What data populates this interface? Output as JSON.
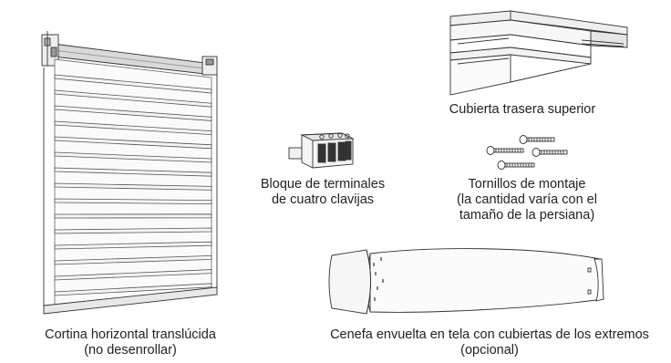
{
  "items": {
    "shade": {
      "line1": "Cortina horizontal translúcida",
      "line2": "(no desenrollar)",
      "icon": "sheer-horizontal-shade"
    },
    "back_cover": {
      "line1": "Cubierta trasera superior",
      "icon": "top-back-cover"
    },
    "terminal_block": {
      "line1": "Bloque de terminales",
      "line2": "de cuatro clavijas",
      "icon": "four-pin-terminal-block"
    },
    "screws": {
      "line1": "Tornillos de montaje",
      "line2": "(la cantidad varía con el",
      "line3": "tamaño de la persiana)",
      "icon": "mounting-screws"
    },
    "valance": {
      "line1": "Cenefa envuelta en tela con cubiertas de los extremos",
      "line2": "(opcional)",
      "icon": "fabric-wrapped-valance"
    }
  }
}
